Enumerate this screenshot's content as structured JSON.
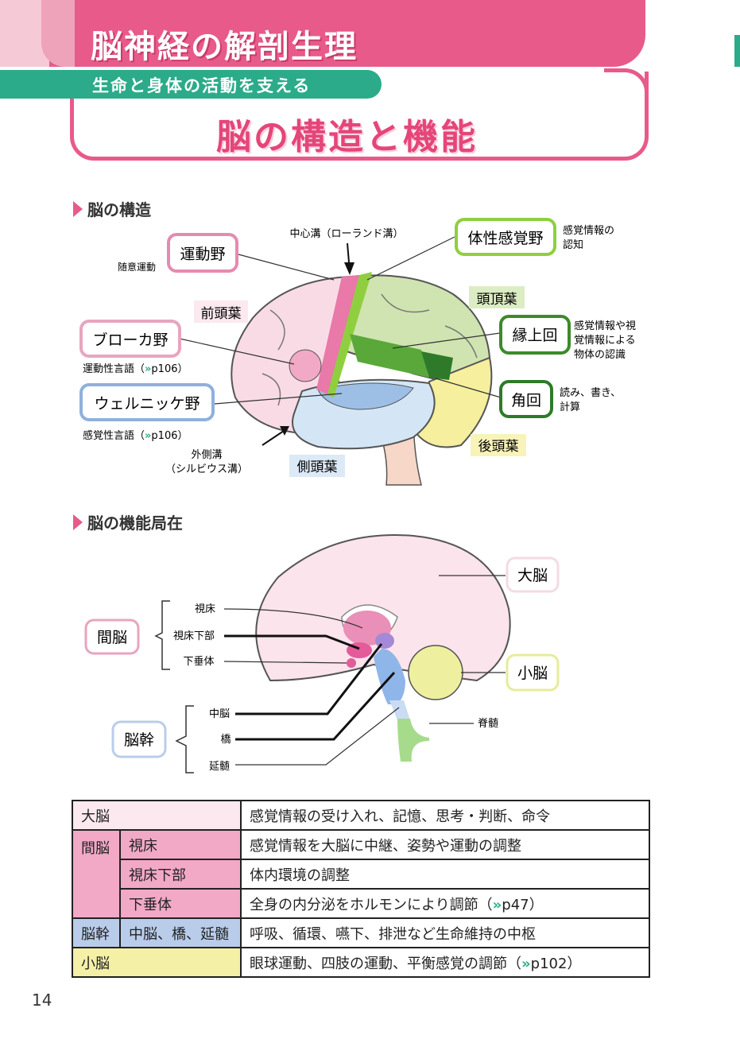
{
  "header": {
    "chapter_title": "脳神経の解剖生理",
    "subtitle": "生命と身体の活動を支える",
    "main_title": "脳の構造と機能"
  },
  "section1": {
    "heading": "脳の構造",
    "labels": {
      "central_sulcus": "中心溝（ローランド溝）",
      "motor_area": "運動野",
      "motor_area_note": "随意運動",
      "somatosensory": "体性感覚野",
      "somatosensory_note1": "感覚情報の",
      "somatosensory_note2": "認知",
      "frontal_lobe": "前頭葉",
      "parietal_lobe": "頭頂葉",
      "broca": "ブローカ野",
      "broca_note": "運動性言語（",
      "broca_ref": "p106）",
      "supramarginal": "縁上回",
      "supramarginal_note1": "感覚情報や視",
      "supramarginal_note2": "覚情報による",
      "supramarginal_note3": "物体の認識",
      "wernicke": "ウェルニッケ野",
      "wernicke_note": "感覚性言語（",
      "wernicke_ref": "p106）",
      "angular": "角回",
      "angular_note1": "読み、書き、",
      "angular_note2": "計算",
      "lateral_sulcus1": "外側溝",
      "lateral_sulcus2": "（シルビウス溝）",
      "temporal_lobe": "側頭葉",
      "occipital_lobe": "後頭葉"
    }
  },
  "section2": {
    "heading": "脳の機能局在",
    "labels": {
      "cerebrum": "大脳",
      "diencephalon": "間脳",
      "thalamus": "視床",
      "hypothalamus": "視床下部",
      "pituitary": "下垂体",
      "cerebellum": "小脳",
      "brainstem": "脳幹",
      "midbrain": "中脳",
      "pons": "橋",
      "medulla": "延髄",
      "spinal_cord": "脊髄"
    }
  },
  "table": {
    "rows": [
      {
        "group": "大脳",
        "part": "",
        "func": "感覚情報の受け入れ、記憶、思考・判断、命令",
        "ref": ""
      },
      {
        "group": "間脳",
        "part": "視床",
        "func": "感覚情報を大脳に中継、姿勢や運動の調整",
        "ref": ""
      },
      {
        "group": "",
        "part": "視床下部",
        "func": "体内環境の調整",
        "ref": ""
      },
      {
        "group": "",
        "part": "下垂体",
        "func": "全身の内分泌をホルモンにより調節（",
        "ref": "p47）"
      },
      {
        "group": "脳幹",
        "part": "中脳、橋、延髄",
        "func": "呼吸、循環、嚥下、排泄など生命維持の中枢",
        "ref": ""
      },
      {
        "group": "小脳",
        "part": "",
        "func": "眼球運動、四肢の運動、平衡感覚の調節（",
        "ref": "p102）"
      }
    ],
    "ref_marker": "»"
  },
  "page_number": "14",
  "colors": {
    "pink": "#e85a8a",
    "green": "#2bab8a",
    "frontal": "#f9dbe6",
    "parietal": "#cfe4b0",
    "temporal": "#d4e6f6",
    "occipital": "#f5ef9e",
    "motor": "#e879a8",
    "somato": "#8fcf3f"
  }
}
